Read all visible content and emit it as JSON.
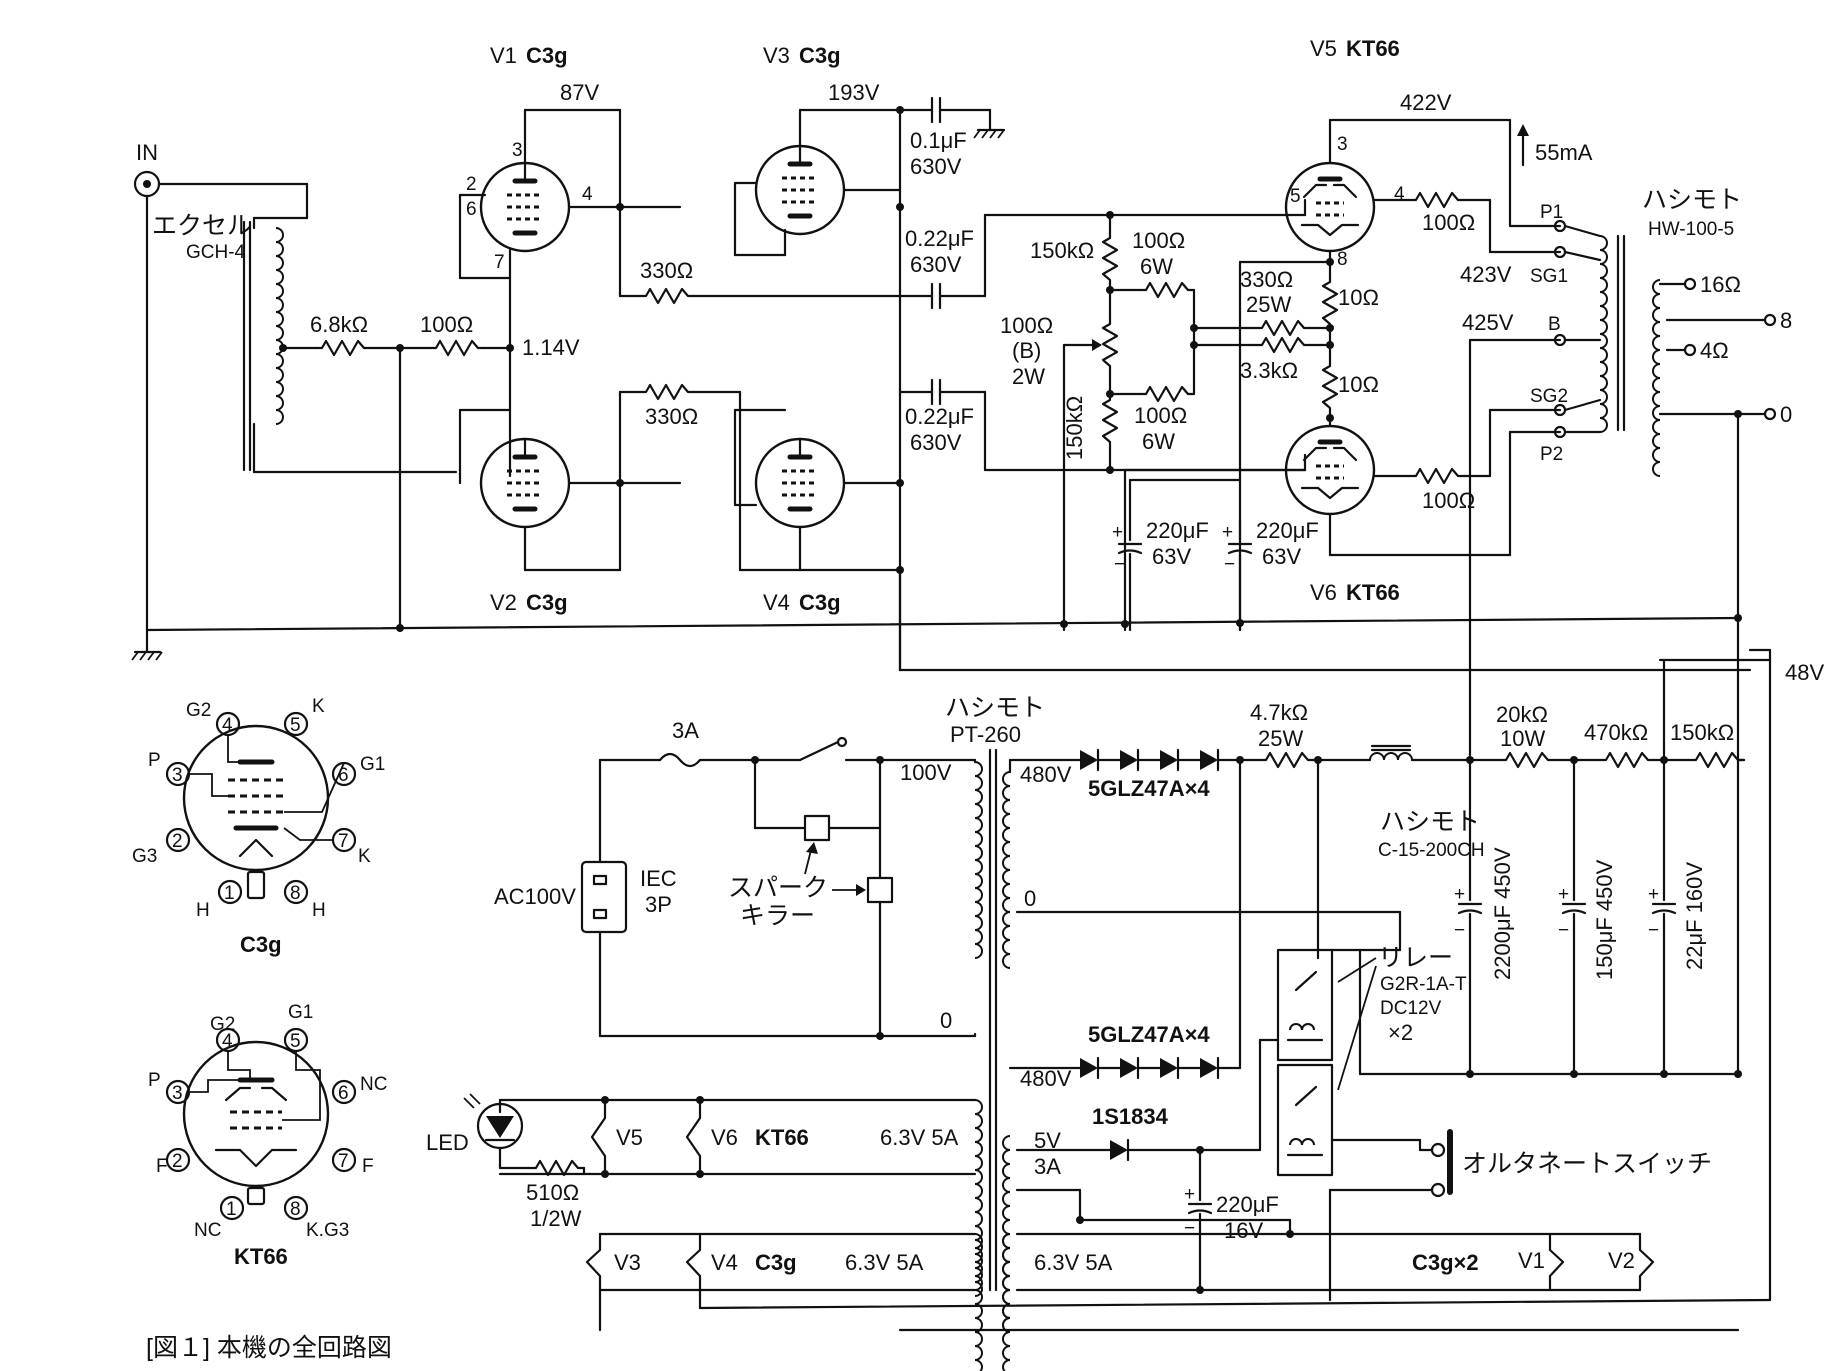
{
  "caption": "[図１] 本機の全回路図",
  "input": {
    "label": "IN"
  },
  "input_transformer": {
    "maker": "エクセル",
    "model": "GCH-4"
  },
  "tubes": {
    "v1": {
      "ref": "V1",
      "type": "C3g"
    },
    "v2": {
      "ref": "V2",
      "type": "C3g"
    },
    "v3": {
      "ref": "V3",
      "type": "C3g"
    },
    "v4": {
      "ref": "V4",
      "type": "C3g"
    },
    "v5": {
      "ref": "V5",
      "type": "KT66"
    },
    "v6": {
      "ref": "V6",
      "type": "KT66"
    }
  },
  "voltages": {
    "v1_plate": "87V",
    "v3_plate": "193V",
    "v1_cathode": "1.14V",
    "v5_plate": "422V",
    "sg1": "423V",
    "b": "425V",
    "bias": "48V",
    "current": "55mA"
  },
  "pins": {
    "p3": "3",
    "p2": "2",
    "p6": "6",
    "p7": "7",
    "p4": "4",
    "k3": "3",
    "k5": "5",
    "k4": "4",
    "k8": "8"
  },
  "parts": {
    "r_68k": "6.8kΩ",
    "r_100a": "100Ω",
    "r_330a": "330Ω",
    "r_330b": "330Ω",
    "c_01": "0.1μF",
    "c_01v": "630V",
    "c_022a": "0.22μF",
    "c_022av": "630V",
    "c_022b": "0.22μF",
    "c_022bv": "630V",
    "r_150k_a": "150kΩ",
    "r_150k_b": "150kΩ",
    "r_100_6w_a": "100Ω",
    "r_100_6w_a2": "6W",
    "r_100_6w_b": "100Ω",
    "r_100_6w_b2": "6W",
    "vr_100": "100Ω",
    "vr_b": "(B)",
    "vr_2w": "2W",
    "r_330_25w": "330Ω",
    "r_330_25w2": "25W",
    "r_33k": "3.3kΩ",
    "r_10a": "10Ω",
    "r_10b": "10Ω",
    "r_100_sg1": "100Ω",
    "r_100_sg2": "100Ω",
    "c_220a": "220μF",
    "c_220av": "63V",
    "c_220b": "220μF",
    "c_220bv": "63V"
  },
  "output_transformer": {
    "maker": "ハシモト",
    "model": "HW-100-5",
    "p1": "P1",
    "sg1": "SG1",
    "b": "B",
    "sg2": "SG2",
    "p2": "P2",
    "t16": "16Ω",
    "t8": "8",
    "t4": "4Ω",
    "t0": "0"
  },
  "power": {
    "fuse": "3A",
    "ac": "AC100V",
    "iec1": "IEC",
    "iec2": "3P",
    "spark1": "スパーク",
    "spark2": "キラー",
    "pt_maker": "ハシモト",
    "pt_model": "PT-260",
    "pt_100v": "100V",
    "pt_0": "0",
    "sec_480a": "480V",
    "sec_0": "0",
    "sec_480b": "480V",
    "diode_a": "5GLZ47A×4",
    "diode_b": "5GLZ47A×4",
    "r_47k": "4.7kΩ",
    "r_47k_w": "25W",
    "choke_maker": "ハシモト",
    "choke_model": "C-15-200CH",
    "r_20k": "20kΩ",
    "r_20k_w": "10W",
    "r_470k": "470kΩ",
    "r_150k": "150kΩ",
    "c_2200": "2200μF 450V",
    "c_150": "150μF 450V",
    "c_22": "22μF 160V",
    "relay": "リレー",
    "relay_model": "G2R-1A-T",
    "relay_dc": "DC12V",
    "relay_x2": "×2",
    "sec_5v": "5V",
    "sec_3a": "3A",
    "diode_1s": "1S1834",
    "c_220": "220μF",
    "c_220v": "16V",
    "alt_switch": "オルタネートスイッチ",
    "led": "LED",
    "r_510": "510Ω",
    "r_510w": "1/2W",
    "h_v5": "V5",
    "h_v6": "V6",
    "h_kt66": "KT66",
    "h_63a": "6.3V 5A",
    "h_v3": "V3",
    "h_v4": "V4",
    "h_c3g": "C3g",
    "h_63b": "6.3V 5A",
    "h_63c": "6.3V 5A",
    "h_c3gx2": "C3g×2",
    "h_v1": "V1",
    "h_v2": "V2"
  },
  "pinout_c3g": {
    "name": "C3g",
    "labels": {
      "g2": "G2",
      "k_top": "K",
      "p": "P",
      "g1": "G1",
      "g3": "G3",
      "k_right": "K",
      "h_left": "H",
      "h_right": "H"
    },
    "pins": {
      "n4": "4",
      "n5": "5",
      "n3": "3",
      "n6": "6",
      "n2": "2",
      "n7": "7",
      "n1": "1",
      "n8": "8"
    }
  },
  "pinout_kt66": {
    "name": "KT66",
    "labels": {
      "g2": "G2",
      "g1": "G1",
      "p": "P",
      "nc_right": "NC",
      "f_left": "F",
      "f_right": "F",
      "nc_bottom": "NC",
      "kg3": "K.G3"
    },
    "pins": {
      "n4": "4",
      "n5": "5",
      "n3": "3",
      "n6": "6",
      "n2": "2",
      "n7": "7",
      "n1": "1",
      "n8": "8"
    }
  }
}
